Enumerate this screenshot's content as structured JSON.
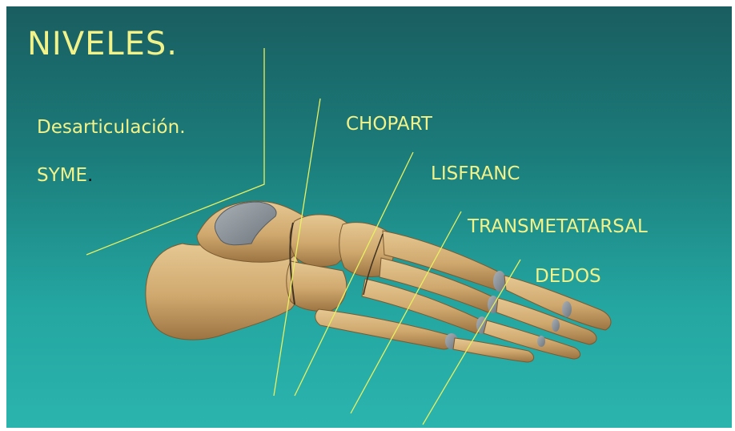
{
  "slide": {
    "title": "NIVELES.",
    "labels": {
      "desarticulacion": "Desarticulación.",
      "syme": "SYME",
      "syme_dot": ".",
      "chopart": "CHOPART",
      "lisfranc": "LISFRANC",
      "transmetatarsal": "TRANSMETATARSAL",
      "dedos": "DEDOS"
    },
    "colors": {
      "text": "#f2f28a",
      "line": "#e8f060",
      "bone": "#d2b07a",
      "cartilage": "#8e959c",
      "background_top": "#1a5d60",
      "background_bottom": "#2bb4ae"
    }
  }
}
